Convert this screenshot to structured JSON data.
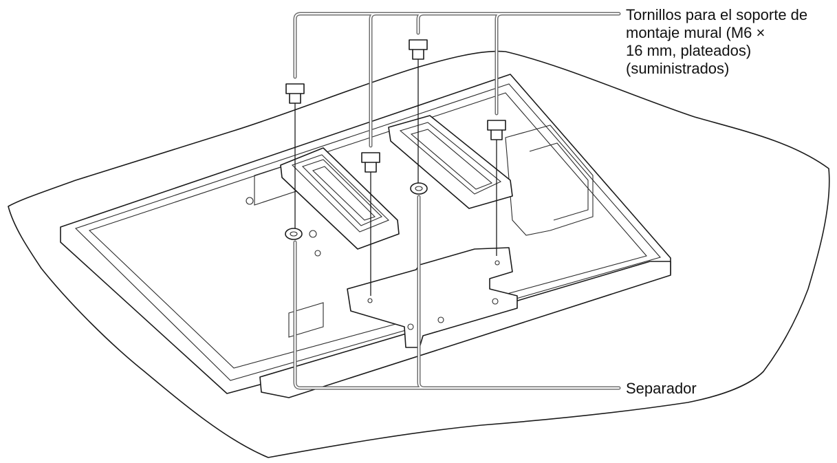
{
  "callouts": {
    "screws": {
      "line1": "Tornillos para el soporte de",
      "line2": "montaje mural (M6 ×",
      "line3": "16 mm, plateados)",
      "line4": "(suministrados)"
    },
    "spacer": {
      "label": "Separador"
    }
  },
  "colors": {
    "line": "#1a1a1a",
    "leader": "#6f6f6f",
    "background": "#ffffff"
  }
}
